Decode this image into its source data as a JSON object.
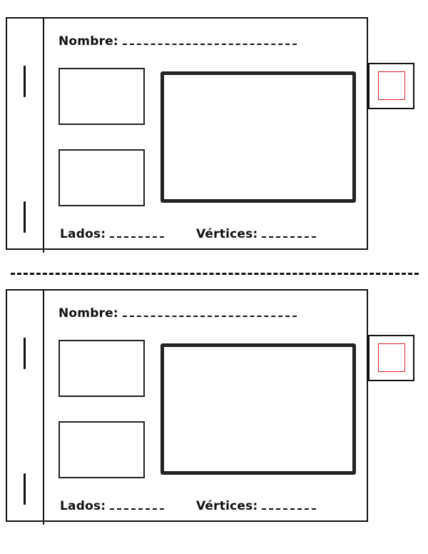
{
  "cards": [
    {
      "nombre_label": "Nombre:",
      "lados_label": "Lados:",
      "vertices_label": "Vértices:"
    },
    {
      "nombre_label": "Nombre:",
      "lados_label": "Lados:",
      "vertices_label": "Vértices:"
    }
  ],
  "colors": {
    "outline": "#111111",
    "tab_square": "#d42323",
    "background": "#ffffff"
  }
}
